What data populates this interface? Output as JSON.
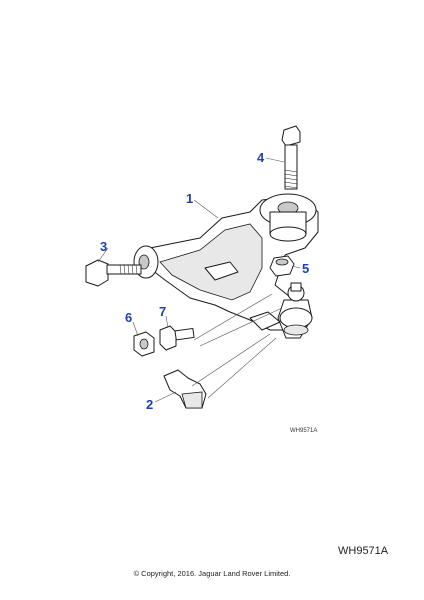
{
  "diagram": {
    "callouts": [
      "1",
      "2",
      "3",
      "4",
      "5",
      "6",
      "7"
    ],
    "small_code": "WH9571A",
    "footer_code": "WH9571A",
    "copyright": "© Copyright, 2016. Jaguar Land Rover Limited.",
    "callout_color": "#1f3fb4"
  }
}
